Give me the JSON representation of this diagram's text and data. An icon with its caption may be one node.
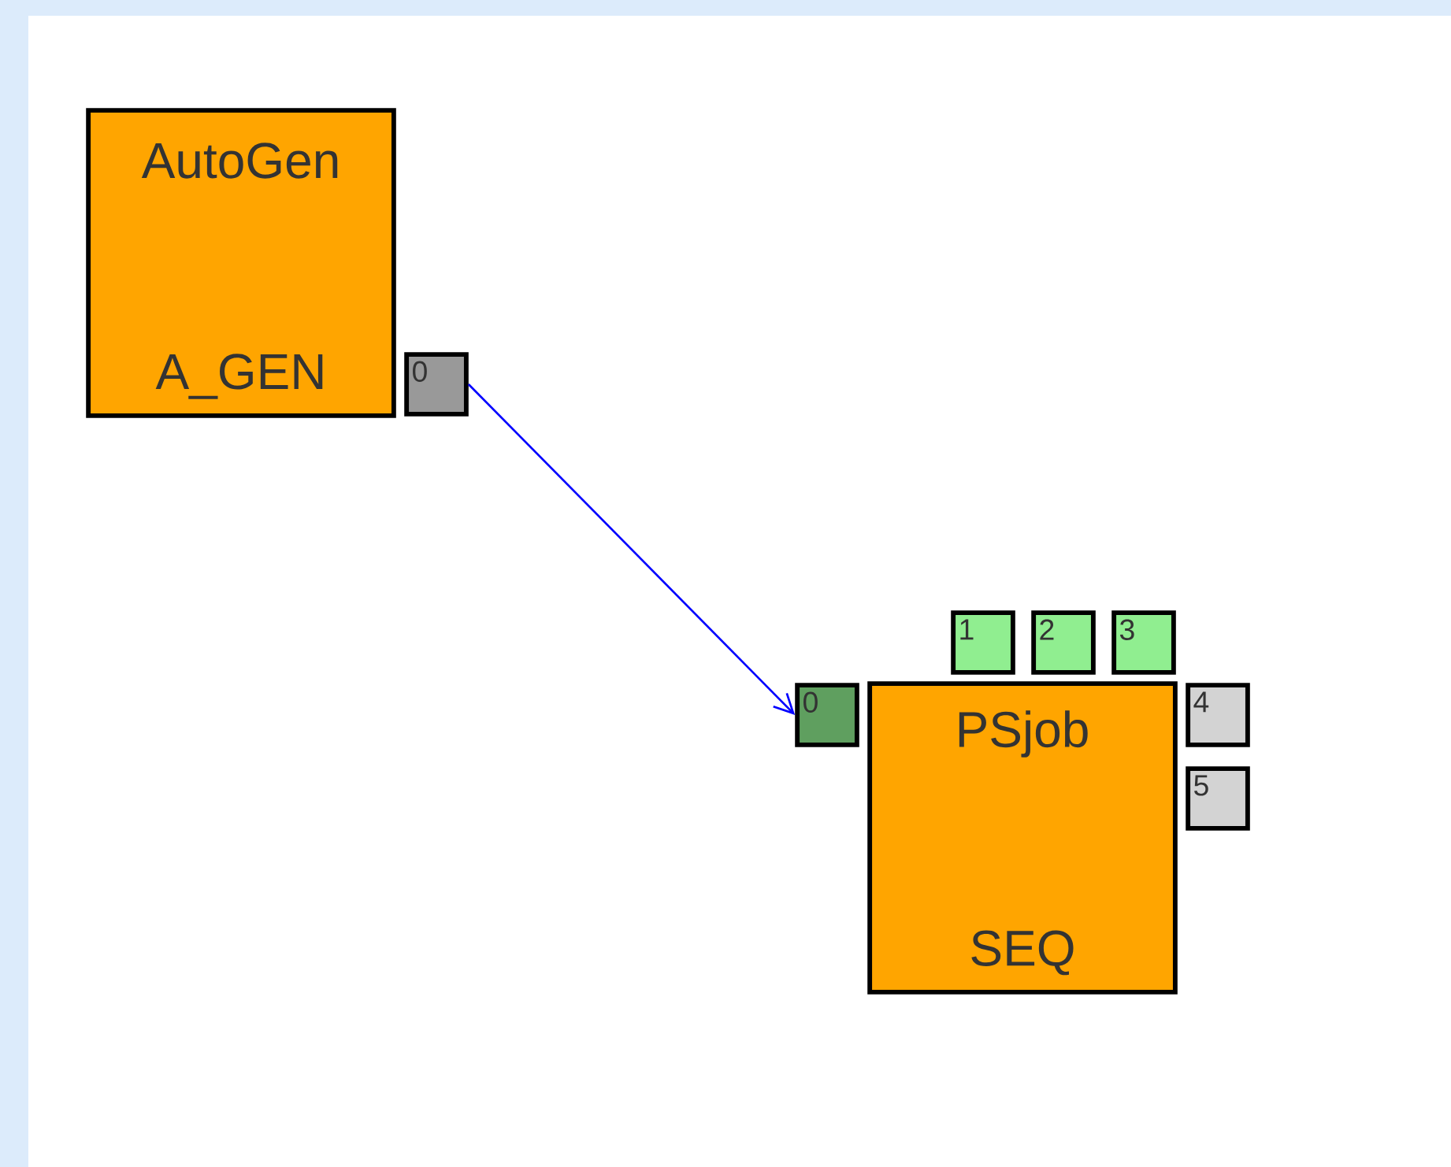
{
  "diagram": {
    "nodes": [
      {
        "text": [
          "AutoGen",
          "A_GEN"
        ]
      },
      {
        "text": [
          "0"
        ]
      },
      {
        "text": [
          "0"
        ]
      },
      {
        "text": [
          "PSjob",
          "SEQ"
        ]
      },
      {
        "text": [
          "1"
        ]
      },
      {
        "text": [
          "2"
        ]
      },
      {
        "text": [
          "3"
        ]
      },
      {
        "text": [
          "4"
        ]
      },
      {
        "text": [
          "5"
        ]
      }
    ],
    "edges": [
      {
        "from": 1,
        "to": 2,
        "arrow": "to"
      }
    ]
  }
}
